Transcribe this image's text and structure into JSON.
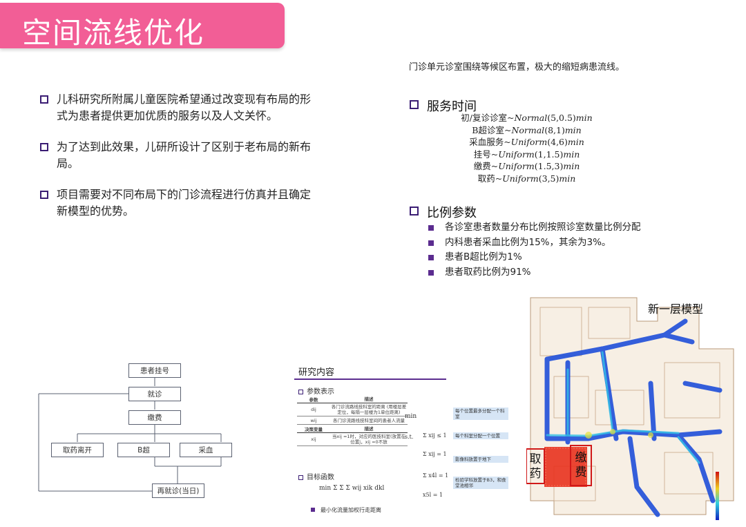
{
  "title": "空间流线优化",
  "top_note": "门诊单元诊室围绕等候区布置，极大的缩短病患流线。",
  "left_items": [
    "儿科研究所附属儿童医院希望通过改变现有布局的形式为患者提供更加优质的服务以及人文关怀。",
    "为了达到此效果，儿研所设计了区别于老布局的新布局。",
    "项目需要对不同布局下的门诊流程进行仿真并且确定新模型的优势。"
  ],
  "service": {
    "heading": "服务时间",
    "rows": [
      {
        "name": "初/复诊诊室~",
        "dist": "Normal",
        "params": "(5,0.5)",
        "unit": "min"
      },
      {
        "name": "B超诊室~",
        "dist": "Normal",
        "params": "(8,1)",
        "unit": "min"
      },
      {
        "name": "采血服务~",
        "dist": "Uniform",
        "params": "(4,6)",
        "unit": "min"
      },
      {
        "name": "挂号~",
        "dist": "Uniform",
        "params": "(1,1.5)",
        "unit": "min"
      },
      {
        "name": "缴费~",
        "dist": "Uniform",
        "params": "(1.5,3)",
        "unit": "min"
      },
      {
        "name": "取药~",
        "dist": "Uniform",
        "params": "(3,5)",
        "unit": "min"
      }
    ]
  },
  "ratio": {
    "heading": "比例参数",
    "items": [
      "各诊室患者数量分布比例按照诊室数量比例分配",
      "内科患者采血比例为15%，其余为3%。",
      "患者B超比例为1%",
      "患者取药比例为91%"
    ]
  },
  "flowchart": {
    "register": "患者挂号",
    "consult": "就诊",
    "pay": "缴费",
    "pharmacy": "取药离开",
    "ultrasound": "B超",
    "blood": "采血",
    "revisit": "再就诊(当日)"
  },
  "research": {
    "title": "研究内容",
    "param_heading": "参数表示",
    "col_param": "参数",
    "col_desc": "描述",
    "p1_sym": "dij",
    "p1_desc": "各门诊流路线技科室的距离 (用楼层差定位，每隔一层楼为1单位距离)",
    "p2_sym": "wij",
    "p2_desc": "各门诊流路线技科室间的患者人流量",
    "dec_heading": "决策变量",
    "d1_sym": "xij",
    "d1_desc": "当xij =1时，对应的医技科室(放置在位置j，xij =0不放",
    "objective_heading": "目标函数",
    "objective_formula": "min Σ Σ Σ wij xik dkl",
    "constraint_min": "min",
    "constraint_st": "s.t.",
    "c1": "Σ xij ≤ 1",
    "c2": "Σ xij = 1",
    "c3": "Σ x4l = 1",
    "c4": "x5l = 1",
    "cap1": "每个位置最多分配一个科室",
    "cap2": "每个科室分配一个位置",
    "cap3": "影像科放置于地下",
    "cap4": "检验学科放置于B3，和食堂池相邻",
    "footer": "最小化流量加权行走距离"
  },
  "model": {
    "label": "新一层模型",
    "tag_pharmacy": "取药",
    "tag_pay": "缴费"
  },
  "colors": {
    "title_bg": "#f25e96",
    "accent": "#5b2c8f",
    "heat_blue": "#1f4fd9",
    "heat_red": "#e8321e"
  }
}
